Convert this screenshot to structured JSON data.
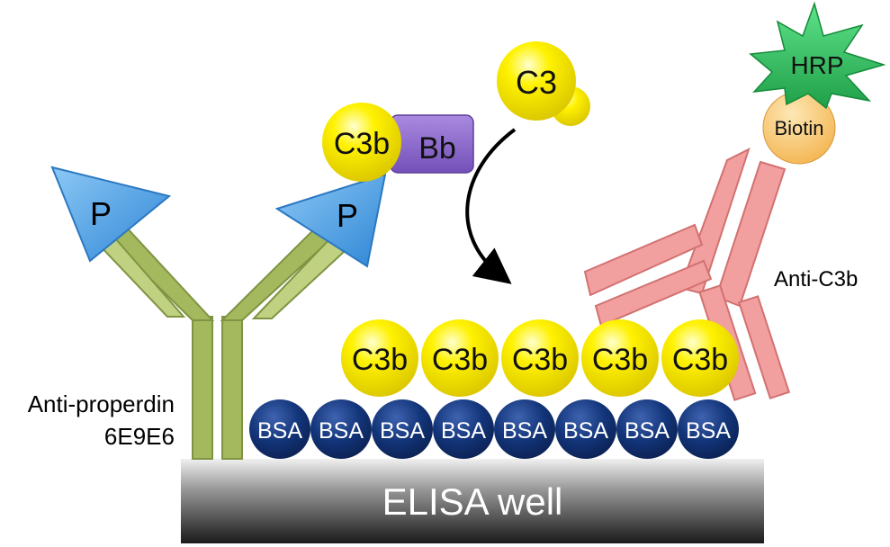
{
  "labels": {
    "well": "ELISA well",
    "bsa": "BSA",
    "c3b": "C3b",
    "bb": "Bb",
    "c3": "C3",
    "properdin": "P",
    "hrp": "HRP",
    "biotin": "Biotin",
    "anti_c3b": "Anti-C3b",
    "anti_properdin_line1": "Anti-properdin",
    "anti_properdin_line2": "6E9E6"
  },
  "counts": {
    "bsa_beads": 8,
    "c3b_beads": 5
  },
  "colors": {
    "well_top": "#e8e8e8",
    "well_bottom": "#1e1e1e",
    "bsa": "#0d2a66",
    "c3b": "#f2ea00",
    "bb": "#8e6cc8",
    "properdin": "#4aa3e8",
    "anti_properdin": "#9fb45a",
    "anti_c3b": "#ef8a8a",
    "hrp": "#2ec05a",
    "biotin": "#f7c46a"
  }
}
